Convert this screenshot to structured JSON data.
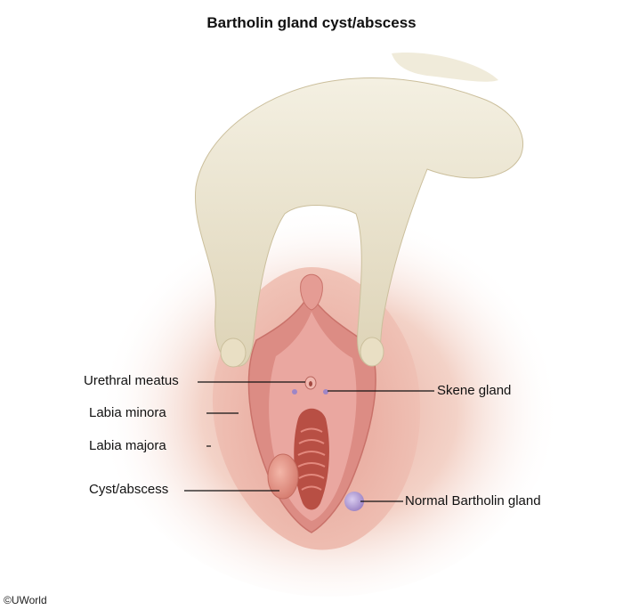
{
  "title": "Bartholin gland cyst/abscess",
  "labels": {
    "urethral_meatus": "Urethral meatus",
    "labia_minora": "Labia minora",
    "labia_majora": "Labia majora",
    "cyst_abscess": "Cyst/abscess",
    "skene_gland": "Skene gland",
    "normal_bartholin_gland": "Normal Bartholin gland"
  },
  "copyright": "©UWorld",
  "colors": {
    "skin": "#f1ccc0",
    "labia_majora": "#e6a79a",
    "labia_minora": "#dd8a82",
    "vestibule": "#e9a29c",
    "vaginal_canal": "#b24a3e",
    "hand": "#ece6cf",
    "gland": "#b7a2d6",
    "leader_line": "#111111"
  }
}
